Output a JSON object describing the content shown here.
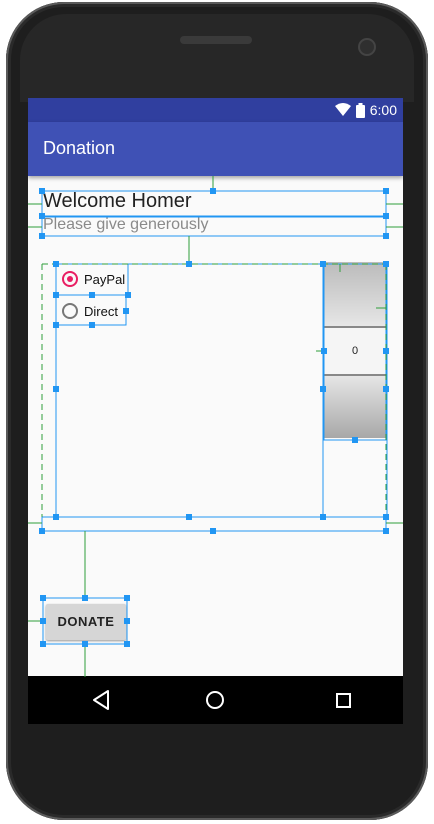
{
  "status_bar": {
    "time": "6:00",
    "wifi_icon": "wifi-icon",
    "battery_icon": "battery-icon"
  },
  "app_bar": {
    "title": "Donation"
  },
  "main": {
    "welcome": "Welcome Homer",
    "subtitle": "Please give generously",
    "payment_options": [
      {
        "label": "PayPal",
        "selected": true
      },
      {
        "label": "Direct",
        "selected": false
      }
    ],
    "amount_picker": {
      "value": "0"
    },
    "donate_label": "DONATE"
  },
  "nav_bar": {
    "back_icon": "back-icon",
    "home_icon": "home-icon",
    "recents_icon": "recents-icon"
  },
  "colors": {
    "primary": "#3f51b5",
    "primary_dark": "#303f9f",
    "accent": "#e91e63",
    "guide": "#2196f3",
    "constraint": "#2e9e3a"
  }
}
